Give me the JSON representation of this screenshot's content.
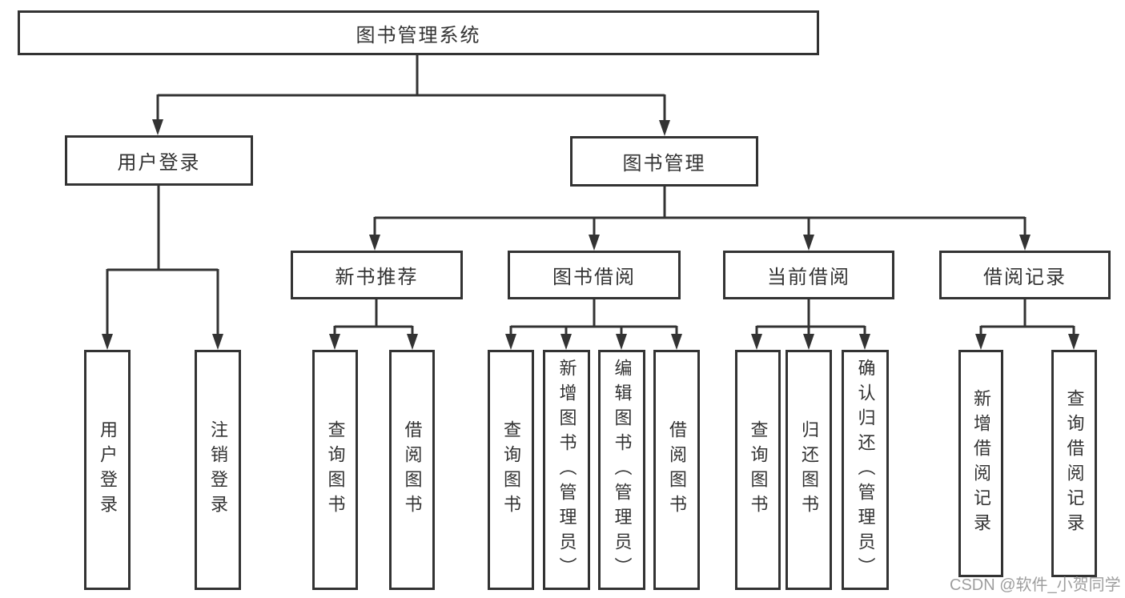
{
  "tree": {
    "label": "图书管理系统",
    "children": [
      {
        "label": "用户登录",
        "children": [
          {
            "label": "用户登录"
          },
          {
            "label": "注销登录"
          }
        ]
      },
      {
        "label": "图书管理",
        "children": [
          {
            "label": "新书推荐",
            "children": [
              {
                "label": "查询图书"
              },
              {
                "label": "借阅图书"
              }
            ]
          },
          {
            "label": "图书借阅",
            "children": [
              {
                "label": "查询图书"
              },
              {
                "label": "新增图书（管理员）"
              },
              {
                "label": "编辑图书（管理员）"
              },
              {
                "label": "借阅图书"
              }
            ]
          },
          {
            "label": "当前借阅",
            "children": [
              {
                "label": "查询图书"
              },
              {
                "label": "归还图书"
              },
              {
                "label": "确认归还（管理员）"
              }
            ]
          },
          {
            "label": "借阅记录",
            "children": [
              {
                "label": "新增借阅记录"
              },
              {
                "label": "查询借阅记录"
              }
            ]
          }
        ]
      }
    ]
  },
  "watermark": {
    "text": "CSDN @软件_小贺同学"
  },
  "colors": {
    "line": "#333333",
    "text": "#333333",
    "box_background": "#ffffff",
    "watermark": "#969696"
  }
}
